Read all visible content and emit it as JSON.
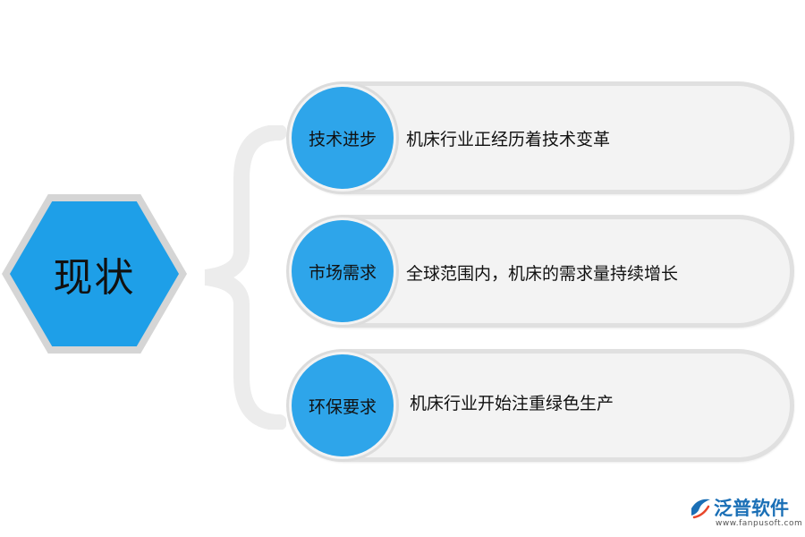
{
  "center": {
    "title": "现状"
  },
  "rows": [
    {
      "tag": "技术进步",
      "text": "机床行业正经历着技术变革"
    },
    {
      "tag": "市场需求",
      "text": "全球范围内，机床的需求量持续增长"
    },
    {
      "tag": "环保要求",
      "text": "机床行业开始注重绿色生产"
    }
  ],
  "logo": {
    "name": "泛普软件",
    "url": "www.fanpusoft.com"
  },
  "colors": {
    "accent": "#2ea5ea",
    "hexagon": "#1e9fe8",
    "pill": "#f3f3f3",
    "border": "#e0e0e0"
  }
}
